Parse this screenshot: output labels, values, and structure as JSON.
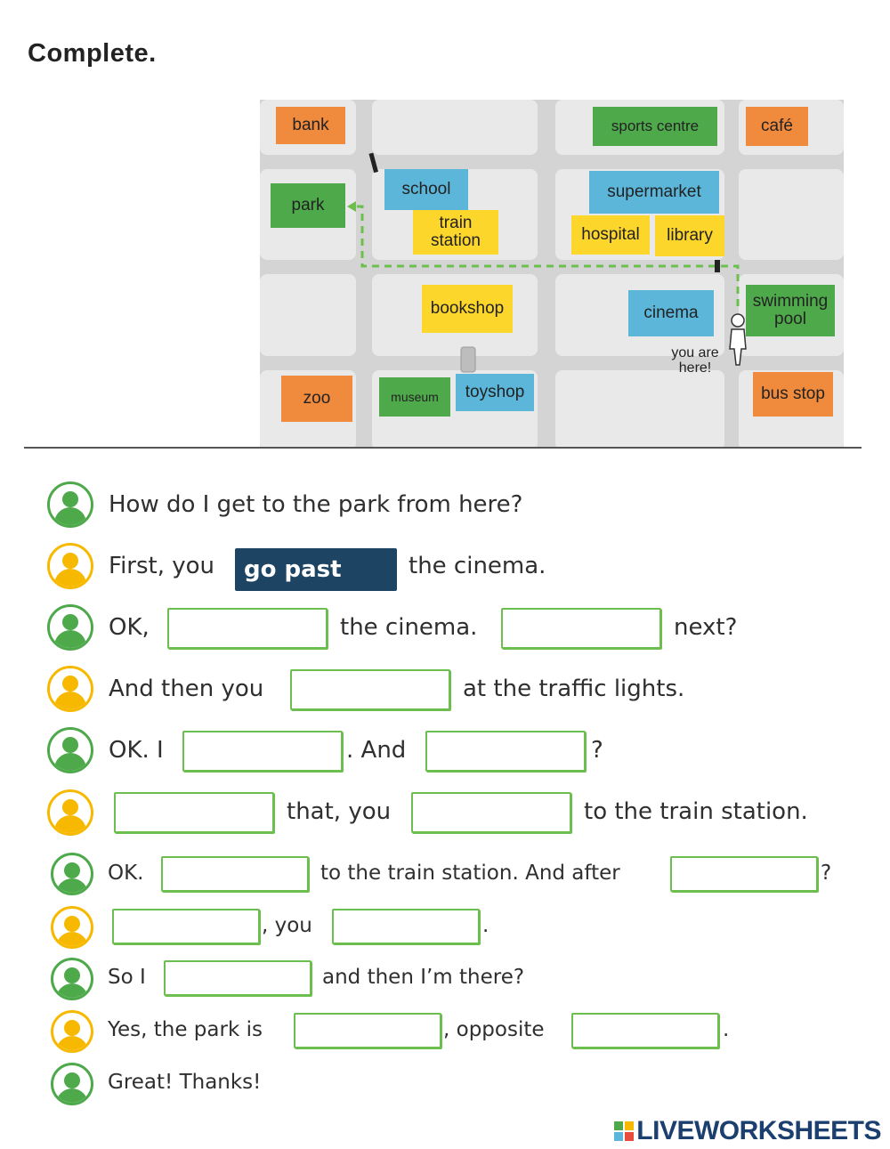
{
  "instruction": "Complete.",
  "map": {
    "places": {
      "bank": "bank",
      "sports_centre": "sports centre",
      "cafe": "café",
      "park": "park",
      "school": "school",
      "train_station": "train station",
      "supermarket": "supermarket",
      "hospital": "hospital",
      "library": "library",
      "bookshop": "bookshop",
      "cinema": "cinema",
      "swimming_pool": "swimming pool",
      "you_are_here": "you are here!",
      "zoo": "zoo",
      "museum": "museum",
      "toyshop": "toyshop",
      "bus_stop": "bus stop"
    }
  },
  "dialogue": [
    {
      "speaker": "green",
      "parts": [
        "How do I get to the park from here?"
      ]
    },
    {
      "speaker": "yellow",
      "parts": [
        "First, you",
        "the cinema."
      ],
      "filled": "go past"
    },
    {
      "speaker": "green",
      "parts": [
        "OK,",
        "the cinema.",
        "next?"
      ]
    },
    {
      "speaker": "yellow",
      "parts": [
        "And then you",
        "at the traffic lights."
      ]
    },
    {
      "speaker": "green",
      "parts": [
        "OK. I",
        ". And",
        "?"
      ]
    },
    {
      "speaker": "yellow",
      "parts": [
        "that, you",
        "to the train station."
      ]
    },
    {
      "speaker": "green",
      "parts": [
        "OK.",
        "to the train station. And after",
        "?"
      ]
    },
    {
      "speaker": "yellow",
      "parts": [
        ", you",
        "."
      ]
    },
    {
      "speaker": "green",
      "parts": [
        "So I",
        "and then I’m there?"
      ]
    },
    {
      "speaker": "yellow",
      "parts": [
        "Yes, the park is",
        ", opposite",
        "."
      ]
    },
    {
      "speaker": "green",
      "parts": [
        "Great! Thanks!"
      ]
    }
  ],
  "branding": {
    "logo_text": "LIVEWORKSHEETS",
    "logo_mark_letters": "LIVE"
  },
  "colors": {
    "green": "#4ea94b",
    "yellow": "#f7b900",
    "filled_bg": "#1d4563",
    "box_border": "#6cbf4e"
  }
}
